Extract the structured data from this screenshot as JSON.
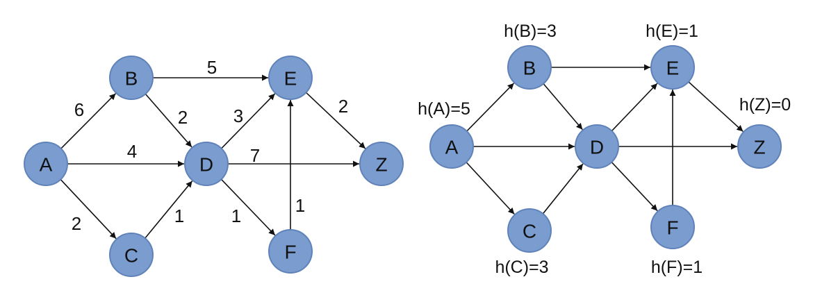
{
  "colors": {
    "node_fill": "#7b9ccf",
    "node_stroke": "#5f82b9",
    "edge": "#111111",
    "text": "#111111"
  },
  "graphs": [
    {
      "nodes": [
        {
          "id": "A",
          "label": "A"
        },
        {
          "id": "B",
          "label": "B"
        },
        {
          "id": "C",
          "label": "C"
        },
        {
          "id": "D",
          "label": "D"
        },
        {
          "id": "E",
          "label": "E"
        },
        {
          "id": "F",
          "label": "F"
        },
        {
          "id": "Z",
          "label": "Z"
        }
      ],
      "edges": [
        {
          "from": "A",
          "to": "B",
          "weight": "6"
        },
        {
          "from": "A",
          "to": "D",
          "weight": "4"
        },
        {
          "from": "A",
          "to": "C",
          "weight": "2"
        },
        {
          "from": "B",
          "to": "E",
          "weight": "5"
        },
        {
          "from": "B",
          "to": "D",
          "weight": "2"
        },
        {
          "from": "C",
          "to": "D",
          "weight": "1"
        },
        {
          "from": "D",
          "to": "E",
          "weight": "3"
        },
        {
          "from": "D",
          "to": "Z",
          "weight": "7"
        },
        {
          "from": "D",
          "to": "F",
          "weight": "1"
        },
        {
          "from": "F",
          "to": "E",
          "weight": "1"
        },
        {
          "from": "E",
          "to": "Z",
          "weight": "2"
        }
      ]
    },
    {
      "nodes": [
        {
          "id": "A",
          "label": "A",
          "heuristic": "h(A)=5"
        },
        {
          "id": "B",
          "label": "B",
          "heuristic": "h(B)=3"
        },
        {
          "id": "C",
          "label": "C",
          "heuristic": "h(C)=3"
        },
        {
          "id": "D",
          "label": "D",
          "heuristic": ""
        },
        {
          "id": "E",
          "label": "E",
          "heuristic": "h(E)=1"
        },
        {
          "id": "F",
          "label": "F",
          "heuristic": "h(F)=1"
        },
        {
          "id": "Z",
          "label": "Z",
          "heuristic": "h(Z)=0"
        }
      ],
      "edges": [
        {
          "from": "A",
          "to": "B"
        },
        {
          "from": "A",
          "to": "D"
        },
        {
          "from": "A",
          "to": "C"
        },
        {
          "from": "B",
          "to": "E"
        },
        {
          "from": "B",
          "to": "D"
        },
        {
          "from": "C",
          "to": "D"
        },
        {
          "from": "D",
          "to": "E"
        },
        {
          "from": "D",
          "to": "Z"
        },
        {
          "from": "D",
          "to": "F"
        },
        {
          "from": "F",
          "to": "E"
        },
        {
          "from": "E",
          "to": "Z"
        }
      ]
    }
  ]
}
